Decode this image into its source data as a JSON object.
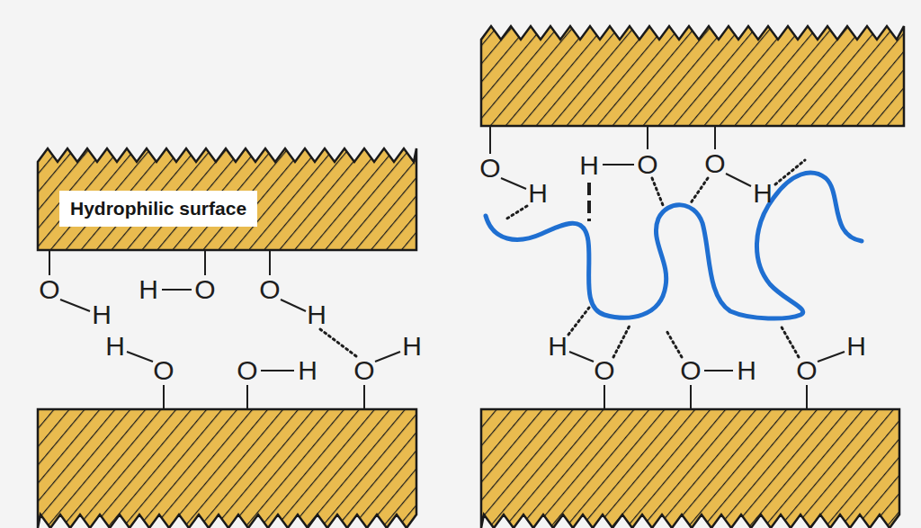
{
  "diagram": {
    "nodes": [
      {
        "text": [
          "Hydrophilic surface"
        ]
      }
    ],
    "labels": [
      "O",
      "H",
      "H",
      "O",
      "O",
      "H",
      "H",
      "O",
      "O",
      "H",
      "O",
      "H",
      "O",
      "H",
      "H",
      "O",
      "O",
      "H",
      "H",
      "O",
      "O",
      "H",
      "O",
      "H"
    ]
  }
}
